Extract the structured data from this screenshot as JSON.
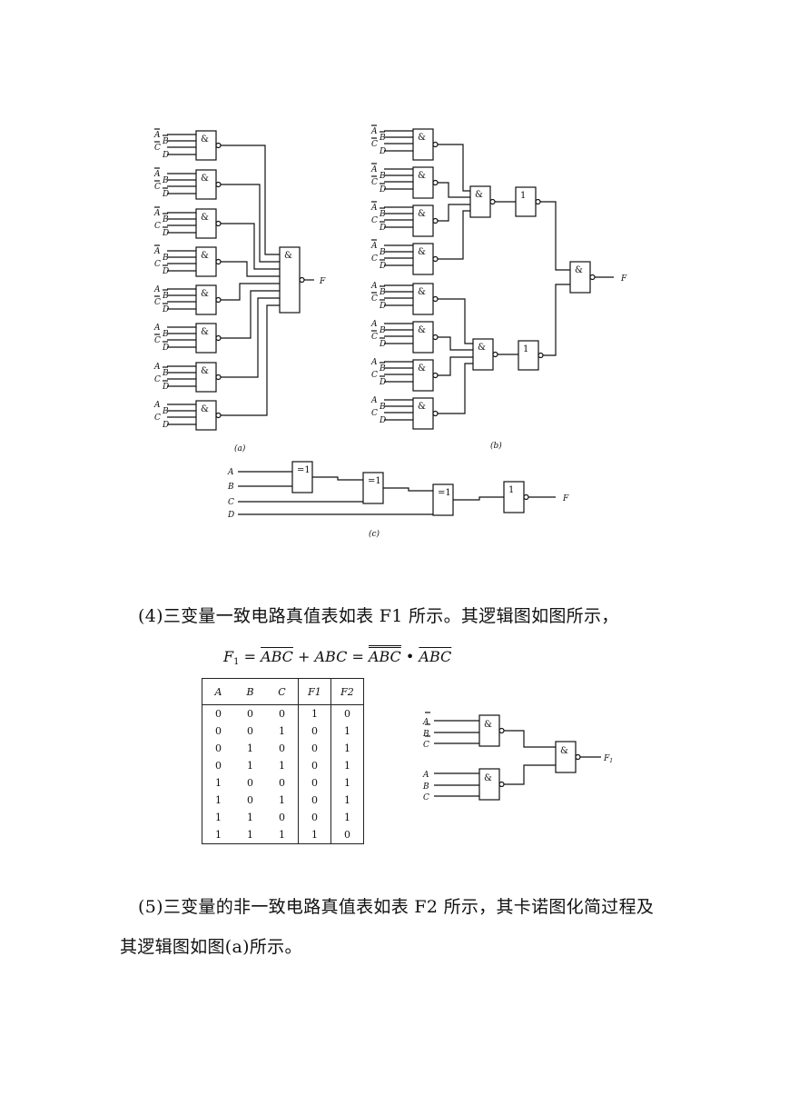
{
  "figure_top": {
    "caption_a": "(a)",
    "caption_b": "(b)",
    "caption_c": "(c)",
    "gate_and": "&",
    "gate_or": "1",
    "gate_xor": "=1",
    "output": "F",
    "inputs_c": [
      "A",
      "B",
      "C",
      "D"
    ]
  },
  "para4": "(4)三变量一致电路真值表如表 F1 所示。其逻辑图如图所示，",
  "formula": {
    "lhs": "F",
    "lhs_sub": "1",
    "eq": " = ",
    "t1": "ABC",
    "plus": " + ABC = ",
    "t2": "ABC",
    "dot": " • ",
    "t3": "ABC"
  },
  "truth_table": {
    "headers": [
      "A",
      "B",
      "C",
      "F1",
      "F2"
    ],
    "rows": [
      [
        "0",
        "0",
        "0",
        "1",
        "0"
      ],
      [
        "0",
        "0",
        "1",
        "0",
        "1"
      ],
      [
        "0",
        "1",
        "0",
        "0",
        "1"
      ],
      [
        "0",
        "1",
        "1",
        "0",
        "1"
      ],
      [
        "1",
        "0",
        "0",
        "0",
        "1"
      ],
      [
        "1",
        "0",
        "1",
        "0",
        "1"
      ],
      [
        "1",
        "1",
        "0",
        "0",
        "1"
      ],
      [
        "1",
        "1",
        "1",
        "1",
        "0"
      ]
    ]
  },
  "figure_small": {
    "inputs_top": [
      "A",
      "B",
      "C"
    ],
    "inputs_bottom": [
      "A",
      "B",
      "C"
    ],
    "gate": "&",
    "output": "F",
    "output_sub": "1"
  },
  "para5_line1": "(5)三变量的非一致电路真值表如表 F2 所示，其卡诺图化简过程及",
  "para5_line2": "其逻辑图如图(a)所示。"
}
